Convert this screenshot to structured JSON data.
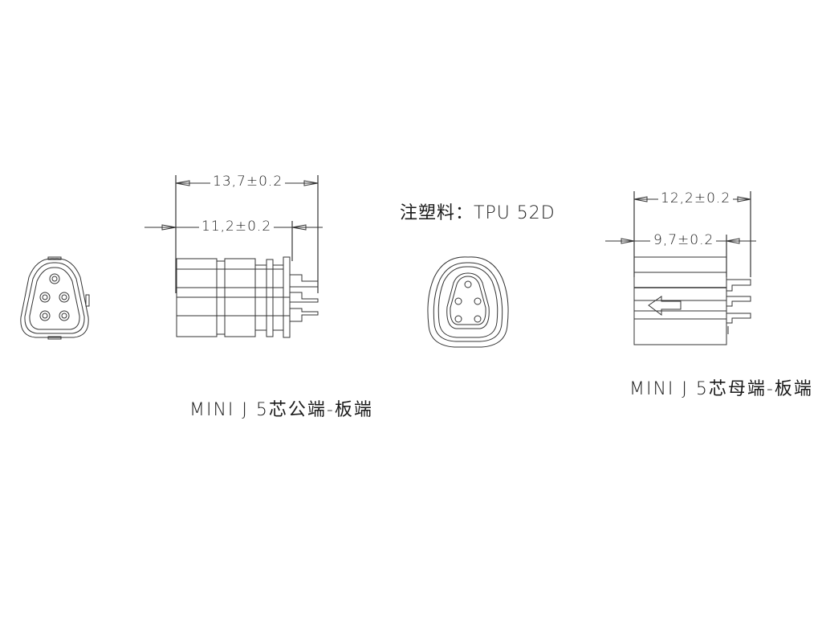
{
  "drawing": {
    "material_note": "注塑料：TPU 52D",
    "male_connector": {
      "title": "MINI J 5芯公端-板端",
      "dim_overall": "13,7±0.2",
      "dim_body": "11,2±0.2",
      "pin_count": 5
    },
    "female_connector": {
      "title": "MINI J 5芯母端-板端",
      "dim_overall": "12,2±0.2",
      "dim_body": "9,7±0.2",
      "pin_count": 5,
      "insert_direction": "arrow-left"
    },
    "line_color": "#333333"
  }
}
